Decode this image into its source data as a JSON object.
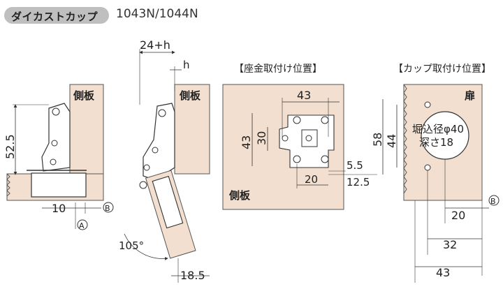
{
  "header": {
    "category": "ダイカストカップ",
    "model": "1043N/1044N"
  },
  "side_view": {
    "panel_label": "側板",
    "dim_height": "52.5",
    "dim_offset": "10",
    "marker_a": "A",
    "marker_b": "B"
  },
  "open_view": {
    "dim_top": "24+h",
    "dim_h": "h",
    "panel_label": "側板",
    "dim_angle": "105°",
    "dim_bottom": "18.5"
  },
  "mount_plate": {
    "title": "【座金取付け位置】",
    "panel_label": "側板",
    "dim_width": "43",
    "dim_h43": "43",
    "dim_h30": "30",
    "dim_55": "5.5",
    "dim_20": "20",
    "dim_125": "12.5"
  },
  "cup": {
    "title": "【カップ取付け位置】",
    "door_label": "扉",
    "bore_label": "堀込径φ40",
    "depth_label": "深さ18",
    "dim_58": "58",
    "dim_44": "44",
    "dim_20": "20",
    "dim_32": "32",
    "dim_43": "43",
    "marker_b": "B"
  },
  "colors": {
    "panel_fill": "#f2dfcf",
    "pill": "#bfbfbf",
    "line": "#333333"
  }
}
